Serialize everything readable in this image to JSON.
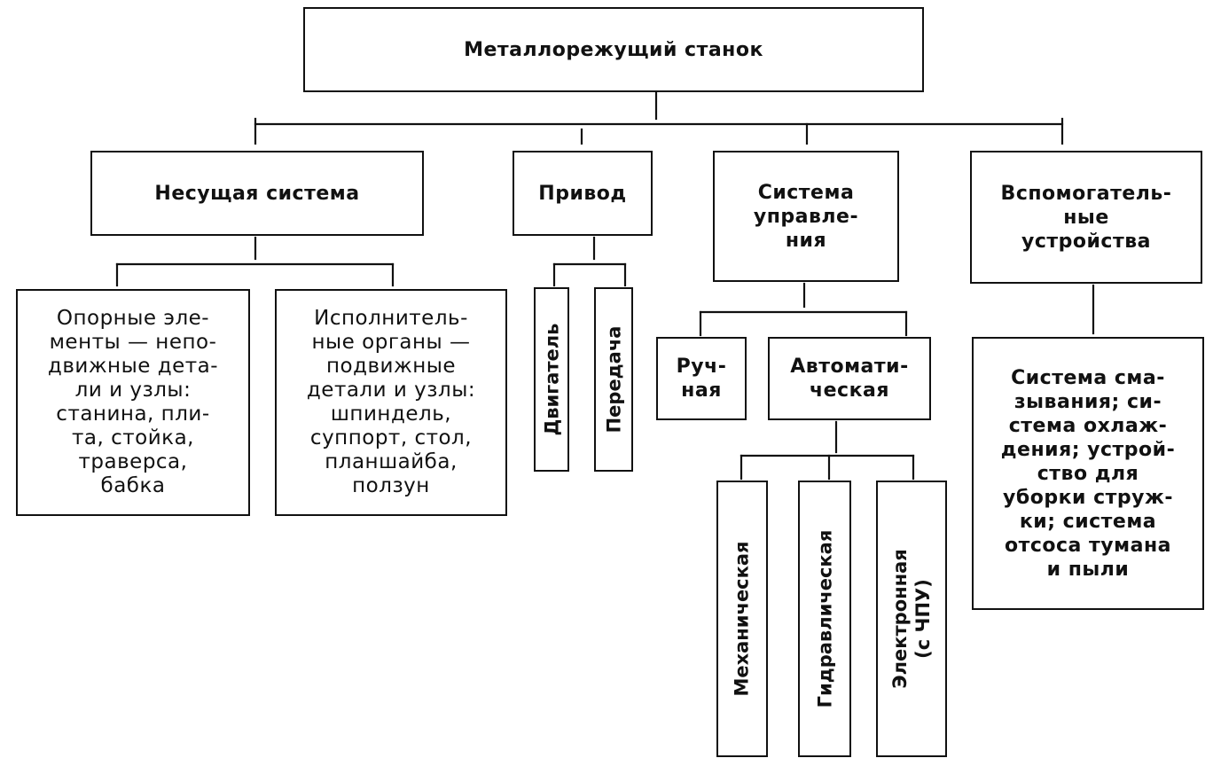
{
  "root": {
    "label": "Металлорежущий станок"
  },
  "categories": [
    {
      "label": "Несущая система",
      "children": [
        {
          "label": "Опорные эле-\nменты — непо-\nдвижные дета-\nли и узлы:\nстанина, пли-\nта, стойка,\nтраверса,\nбабка"
        },
        {
          "label": "Исполнитель-\nные органы —\nподвижные\nдетали и узлы:\nшпиндель,\nсуппорт, стол,\nпланшайба,\nползун"
        }
      ]
    },
    {
      "label": "Привод",
      "children": [
        {
          "label": "Двигатель"
        },
        {
          "label": "Передача"
        }
      ]
    },
    {
      "label": "Система\nуправле-\nния",
      "children": [
        {
          "label": "Руч-\nная"
        },
        {
          "label": "Автомати-\nческая",
          "children": [
            {
              "label": "Механическая"
            },
            {
              "label": "Гидравлическая"
            },
            {
              "label": "Электронная\n(с ЧПУ)"
            }
          ]
        }
      ]
    },
    {
      "label": "Вспомогатель-\nные\nустройства",
      "children": [
        {
          "label": "Система сма-\nзывания; си-\nстема охлаж-\nдения; устрой-\nство для\nуборки струж-\nки; система\nотсоса тумана\nи пыли"
        }
      ]
    }
  ]
}
